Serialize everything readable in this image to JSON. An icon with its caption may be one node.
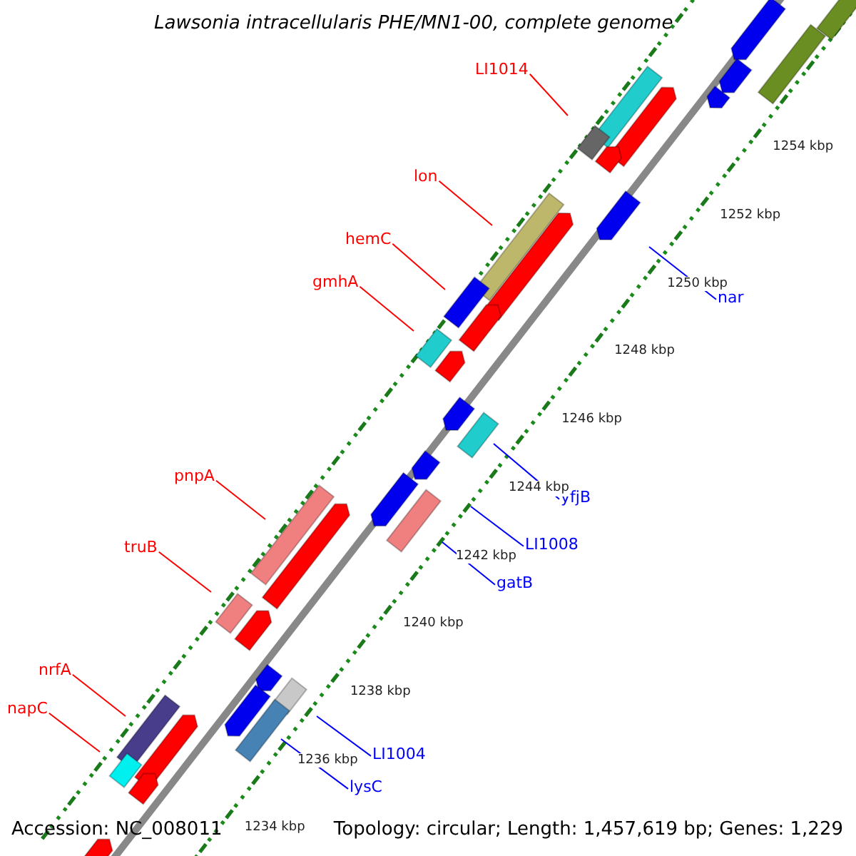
{
  "diagram": {
    "title": "Lawsonia intracellularis PHE/MN1-00, complete genome",
    "nodes": [
      {
        "text": [
          "LI1014"
        ]
      },
      {
        "text": [
          "lon"
        ]
      },
      {
        "text": [
          "hemC"
        ]
      },
      {
        "text": [
          "gmhA"
        ]
      },
      {
        "text": [
          "pnpA"
        ]
      },
      {
        "text": [
          "truB"
        ]
      },
      {
        "text": [
          "nrfA"
        ]
      },
      {
        "text": [
          "napC"
        ]
      },
      {
        "text": [
          "nar"
        ]
      },
      {
        "text": [
          "yfjB"
        ]
      },
      {
        "text": [
          "LI1008"
        ]
      },
      {
        "text": [
          "gatB"
        ]
      },
      {
        "text": [
          "LI1004"
        ]
      },
      {
        "text": [
          "lysC"
        ]
      }
    ],
    "edges": [
      {
        "from": 0,
        "to": null,
        "arrow": "none"
      },
      {
        "from": 1,
        "to": null,
        "arrow": "none"
      },
      {
        "from": 2,
        "to": null,
        "arrow": "none"
      },
      {
        "from": 3,
        "to": null,
        "arrow": "none"
      },
      {
        "from": 4,
        "to": null,
        "arrow": "none"
      },
      {
        "from": 5,
        "to": null,
        "arrow": "none"
      },
      {
        "from": 6,
        "to": null,
        "arrow": "none"
      },
      {
        "from": 7,
        "to": null,
        "arrow": "none"
      },
      {
        "from": 8,
        "to": null,
        "arrow": "none",
        "color": "#0000ff"
      },
      {
        "from": 9,
        "to": null,
        "arrow": "none",
        "color": "#0000ff"
      },
      {
        "from": 10,
        "to": null,
        "arrow": "none",
        "color": "#0000ff"
      },
      {
        "from": 11,
        "to": null,
        "arrow": "none",
        "color": "#0000ff"
      },
      {
        "from": 12,
        "to": null,
        "arrow": "none",
        "color": "#0000ff"
      },
      {
        "from": 13,
        "to": null,
        "arrow": "none",
        "color": "#0000ff"
      }
    ],
    "labels": [
      "1254 kbp",
      "1252 kbp",
      "1250 kbp",
      "1248 kbp",
      "1246 kbp",
      "1244 kbp",
      "1242 kbp",
      "1240 kbp",
      "1238 kbp",
      "1236 kbp",
      "1234 kbp",
      "Accession: NC_008011",
      "Topology: circular; Length: 1,457,619 bp; Genes: 1,229"
    ]
  }
}
